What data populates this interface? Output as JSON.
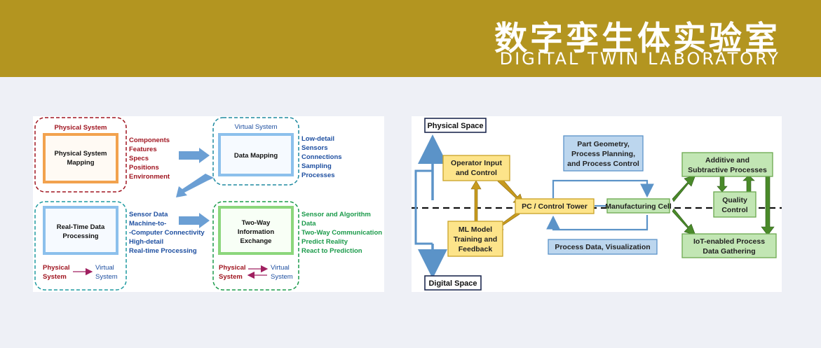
{
  "banner": {
    "title_cn": "数字孪生体实验室",
    "title_en": "DIGITAL TWIN LABORATORY"
  },
  "left": {
    "physical_system": {
      "tag": "Physical System",
      "box": [
        "Physical System",
        "Mapping"
      ],
      "items": [
        "Components",
        "Features",
        "Specs",
        "Positions",
        "Environment"
      ]
    },
    "virtual_system": {
      "tag": "Virtual System",
      "box": [
        "Data Mapping"
      ],
      "items": [
        "Low-detail",
        "Sensors",
        "Connections",
        "Sampling",
        "Processes"
      ]
    },
    "realtime": {
      "box": [
        "Real-Time Data",
        "Processing"
      ],
      "items": [
        "Sensor Data",
        "Machine-to-",
        "-Computer Connectivity",
        "High-detail",
        "Real-time Processing"
      ],
      "left_label": [
        "Physical",
        "System"
      ],
      "right_label": [
        "Virtual",
        "System"
      ]
    },
    "twoway": {
      "box": [
        "Two-Way",
        "Information",
        "Exchange"
      ],
      "items": [
        "Sensor and Algorithm",
        "Data",
        "Two-Way Communication",
        "Predict Reality",
        "React to Prediction"
      ],
      "left_label": [
        "Physical",
        "System"
      ],
      "right_label": [
        "Virtual",
        "System"
      ]
    }
  },
  "right": {
    "physical_space": "Physical Space",
    "digital_space": "Digital Space",
    "operator": [
      "Operator Input",
      "and Control"
    ],
    "ml": [
      "ML Model",
      "Training and",
      "Feedback"
    ],
    "pc": "PC / Control Tower",
    "geometry": [
      "Part Geometry,",
      "Process Planning,",
      "and Process Control"
    ],
    "process_data": "Process Data, Visualization",
    "manufacturing": "Manufacturing Cell",
    "additive": [
      "Additive and",
      "Subtractive Processes"
    ],
    "quality": [
      "Quality",
      "Control"
    ],
    "iot": [
      "IoT-enabled Process",
      "Data Gathering"
    ]
  },
  "colors": {
    "banner": "#b39520",
    "dark_red": "#a01520",
    "blue_text": "#1e4fa0",
    "green_text": "#1a9a4a",
    "yellow_box": "#fde48a",
    "blue_box": "#bcd6ee",
    "green_box": "#c2e6b4"
  }
}
